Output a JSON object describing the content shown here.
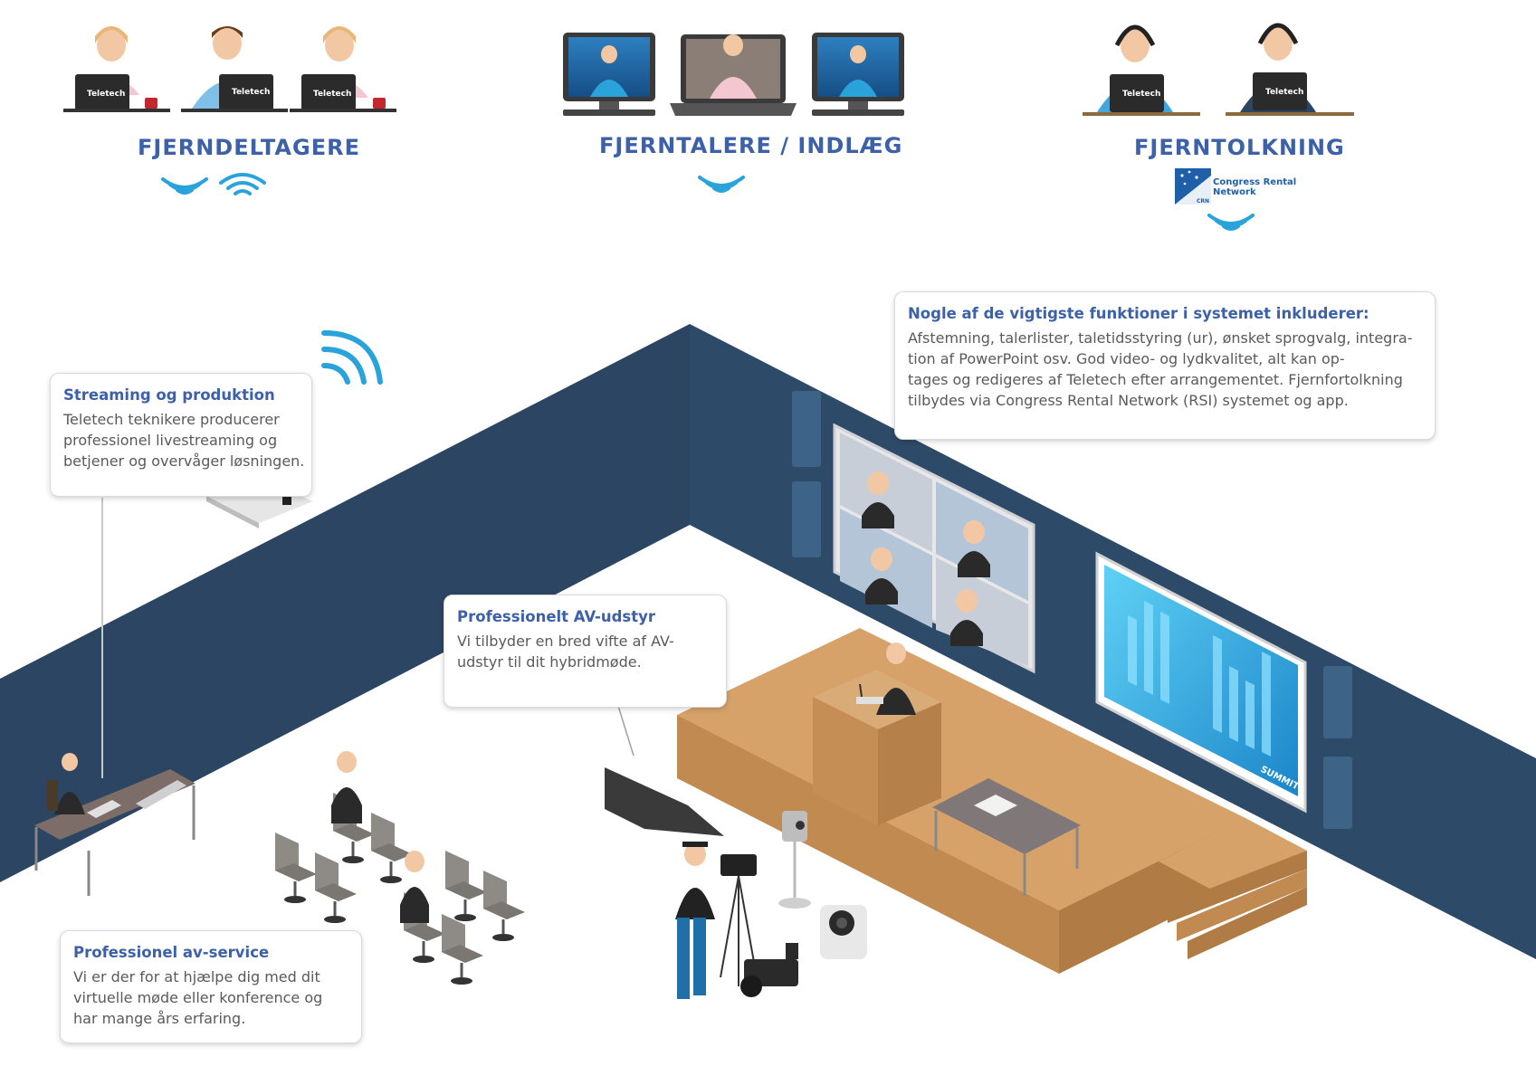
{
  "headings": {
    "remote_participants": "FJERNDELTAGERE",
    "remote_speakers": "FJERNTALERE / INDLÆG",
    "remote_interpreting": "FJERNTOLKNING"
  },
  "laptop_brand": "Teletech",
  "crn_logo": {
    "line1": "Congress Rental",
    "line2": "Network",
    "badge": "CRN"
  },
  "callouts": {
    "features": {
      "title": "Nogle af de vigtigste funktioner i systemet inkluderer:",
      "lines": [
        "Afstemning, talerlister, taletidsstyring (ur), ønsket sprogvalg, integra-",
        "tion af PowerPoint osv. God video- og lydkvalitet, alt kan op-",
        "tages og redigeres af Teletech efter arrangementet. Fjernfortolkning",
        "tilbydes via Congress Rental Network (RSI) systemet og app."
      ]
    },
    "streaming": {
      "title": "Streaming og produktion",
      "lines": [
        "Teletech teknikere producerer",
        "professionel livestreaming og",
        "betjener og overvåger løsningen."
      ]
    },
    "av_equipment": {
      "title": "Professionelt AV-udstyr",
      "lines": [
        "Vi tilbyder en bred vifte af AV-",
        "udstyr til dit hybridmøde."
      ]
    },
    "av_service": {
      "title": "Professionel av-service",
      "lines": [
        "Vi er der for at hjælpe dig med dit",
        "virtuelle møde eller konference og",
        "har mange års erfaring."
      ]
    }
  },
  "screen_brand": "SUMMIT",
  "colors": {
    "wall_navy": "#2b4562",
    "accent_blue": "#3d61a8",
    "wifi_blue": "#2aa3db",
    "stage_wood": "#c9955e"
  }
}
